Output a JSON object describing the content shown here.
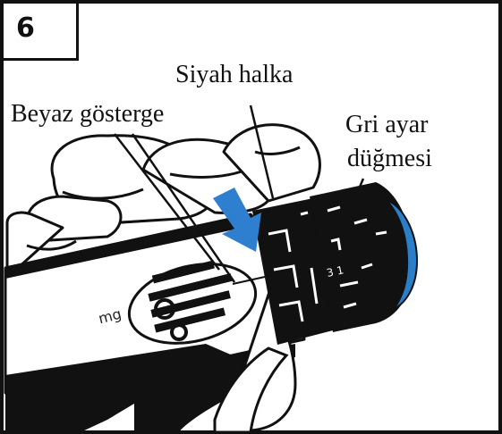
{
  "step": {
    "number": "6"
  },
  "labels": {
    "black_ring": "Siyah halka",
    "white_indicator": "Beyaz gösterge",
    "grey_knob_line1": "Gri ayar",
    "grey_knob_line2": "düğmesi"
  },
  "device": {
    "unit_marking": "mg",
    "dial_marking": "3 1"
  },
  "colors": {
    "arrow": "#2f7fd0",
    "knob_cap": "#2a7fc8",
    "outline": "#111111",
    "background": "#ffffff"
  }
}
